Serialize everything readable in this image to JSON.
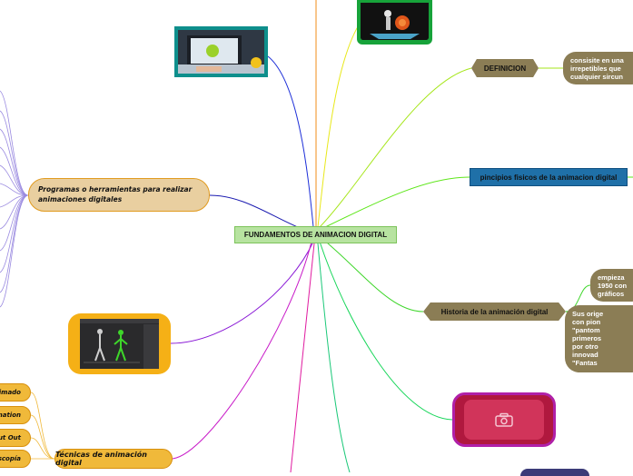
{
  "center": {
    "label": "FUNDAMENTOS DE ANIMACION DIGITAL"
  },
  "definicion": {
    "label": "DEFINICION",
    "detail": [
      "consisite en una",
      "irrepetibles que",
      "cualquier sircun"
    ]
  },
  "principios": {
    "label": "pincipios fisicos de la animacion digital"
  },
  "historia": {
    "label": "Historia de la animación digital",
    "detail1": [
      "empieza",
      "1950 con",
      "gráficos"
    ],
    "detail2": [
      "Sus orige",
      "con pion",
      "\"pantom",
      "primeros",
      "por otro",
      "innovad",
      "\"Fantas"
    ]
  },
  "programas": {
    "label_line1": "Programas o herramientas para realizar",
    "label_line2": "animaciones digitales"
  },
  "tecnicas": {
    "label": "Técnicas de animación digital",
    "items": [
      "nimado",
      "mation",
      "ut Out",
      "oscopía"
    ]
  },
  "icons": {
    "camera": "camera-icon",
    "image_top": "laptop-photo",
    "image_right": "3d-character-photo",
    "image_left": "motion-capture-photo"
  },
  "colors": {
    "center_fill": "#b7e3a0",
    "hexagon": "#8b7d55",
    "blue_node": "#1f70a8",
    "tan_node": "#e9cfa0",
    "tech_node": "#f0b93a",
    "placeholder": "#b0183e"
  }
}
